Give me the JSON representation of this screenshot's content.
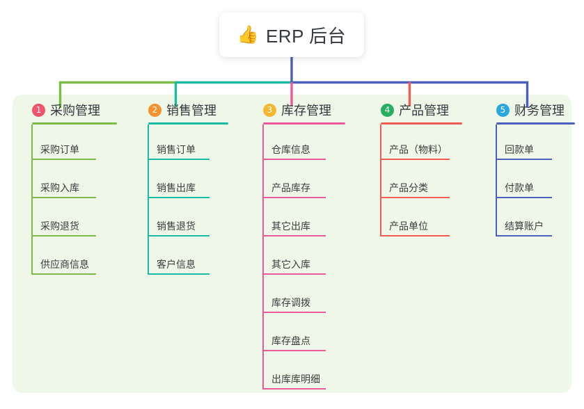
{
  "diagram": {
    "title": "ERP 后台",
    "root": {
      "icon": "thumbs-up-icon",
      "emoji": "👍",
      "label": "ERP 后台"
    },
    "panel_color": "#eef7e8",
    "background_color": "#ffffff",
    "bus_segments": [
      {
        "name": "bus-green",
        "color": "#7cbb46"
      },
      {
        "name": "bus-teal",
        "color": "#18b9a0"
      },
      {
        "name": "bus-blue",
        "color": "#4d5fbe"
      }
    ],
    "branches": [
      {
        "number": "1",
        "label": "采购管理",
        "badge_color": "#f1556c",
        "line_color": "#7cbb46",
        "stub_color": "#7cbb46",
        "children": [
          {
            "label": "采购订单"
          },
          {
            "label": "采购入库"
          },
          {
            "label": "采购退货"
          },
          {
            "label": "供应商信息"
          }
        ]
      },
      {
        "number": "2",
        "label": "销售管理",
        "badge_color": "#f5932f",
        "line_color": "#19bba2",
        "stub_color": "#19bba2",
        "children": [
          {
            "label": "销售订单"
          },
          {
            "label": "销售出库"
          },
          {
            "label": "销售退货"
          },
          {
            "label": "客户信息"
          }
        ]
      },
      {
        "number": "3",
        "label": "库存管理",
        "badge_color": "#f5b731",
        "line_color": "#ed5a9c",
        "stub_color": "#ed5a9c",
        "children": [
          {
            "label": "仓库信息"
          },
          {
            "label": "产品库存"
          },
          {
            "label": "其它出库"
          },
          {
            "label": "其它入库"
          },
          {
            "label": "库存调拨"
          },
          {
            "label": "库存盘点"
          },
          {
            "label": "出库库明细"
          }
        ]
      },
      {
        "number": "4",
        "label": "产品管理",
        "badge_color": "#27ae60",
        "line_color": "#f25c52",
        "stub_color": "#f25c52",
        "children": [
          {
            "label": "产品（物料）"
          },
          {
            "label": "产品分类"
          },
          {
            "label": "产品单位"
          }
        ]
      },
      {
        "number": "5",
        "label": "财务管理",
        "badge_color": "#29a8e0",
        "line_color": "#4d5fbe",
        "stub_color": "#4d5fbe",
        "children": [
          {
            "label": "回款单"
          },
          {
            "label": "付款单"
          },
          {
            "label": "结算账户"
          }
        ]
      }
    ]
  }
}
